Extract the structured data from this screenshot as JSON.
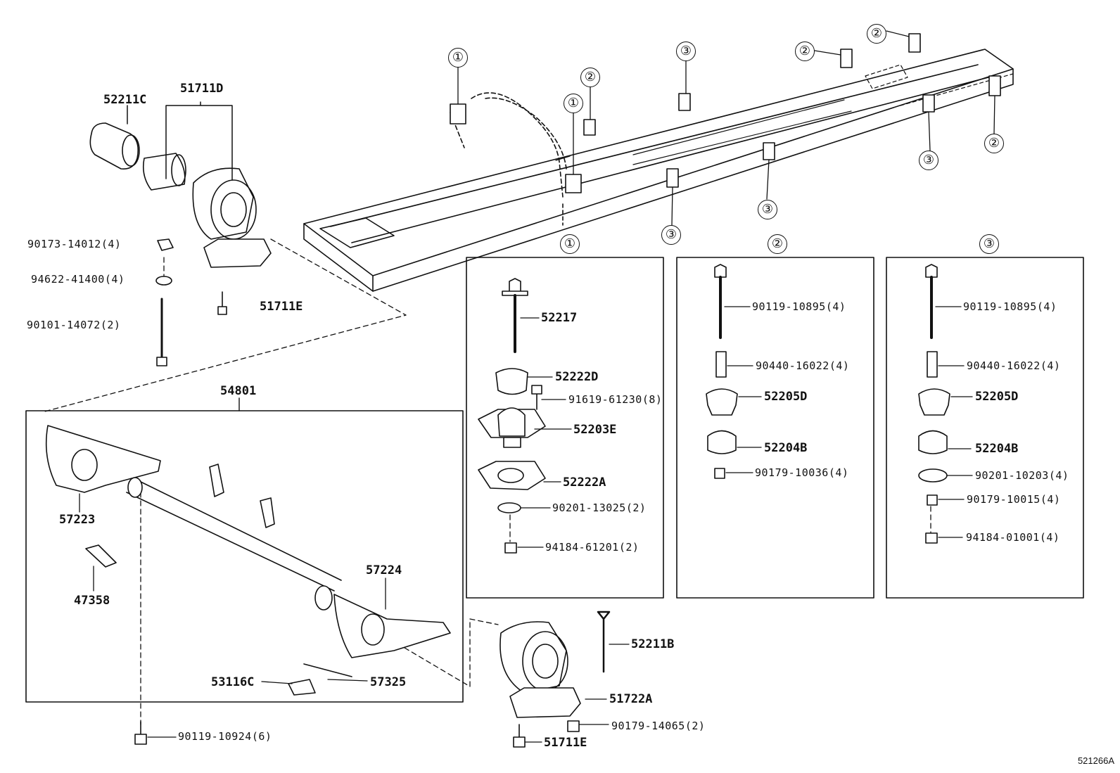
{
  "callouts": {
    "frame_1a": "①",
    "frame_1b": "①",
    "frame_2a": "②",
    "frame_2b": "②",
    "frame_2c": "②",
    "frame_2d": "②",
    "frame_3a": "③",
    "frame_3b": "③",
    "frame_3c": "③",
    "frame_3d": "③",
    "box1": "①",
    "box2": "②",
    "box3": "③"
  },
  "labels": {
    "p52211C": "52211C",
    "p51711D": "51711D",
    "p90173": "90173-14012(4)",
    "p94622": "94622-41400(4)",
    "p90101": "90101-14072(2)",
    "p51711E_top": "51711E",
    "p54801": "54801",
    "p57223": "57223",
    "p47358": "47358",
    "p57224": "57224",
    "p53116C": "53116C",
    "p57325": "57325",
    "p90119_10924": "90119-10924(6)",
    "p52211B": "52211B",
    "p51722A": "51722A",
    "p90179_14065": "90179-14065(2)",
    "p51711E_bot": "51711E",
    "b1_52217": "52217",
    "b1_52222D": "52222D",
    "b1_91619": "91619-61230(8)",
    "b1_52203E": "52203E",
    "b1_52222A": "52222A",
    "b1_90201": "90201-13025(2)",
    "b1_94184": "94184-61201(2)",
    "b2_90119": "90119-10895(4)",
    "b2_90440": "90440-16022(4)",
    "b2_52205D": "52205D",
    "b2_52204B": "52204B",
    "b2_90179": "90179-10036(4)",
    "b3_90119": "90119-10895(4)",
    "b3_90440": "90440-16022(4)",
    "b3_52205D": "52205D",
    "b3_52204B": "52204B",
    "b3_90201": "90201-10203(4)",
    "b3_90179": "90179-10015(4)",
    "b3_94184": "94184-01001(4)"
  },
  "diagram_id": "521266A"
}
